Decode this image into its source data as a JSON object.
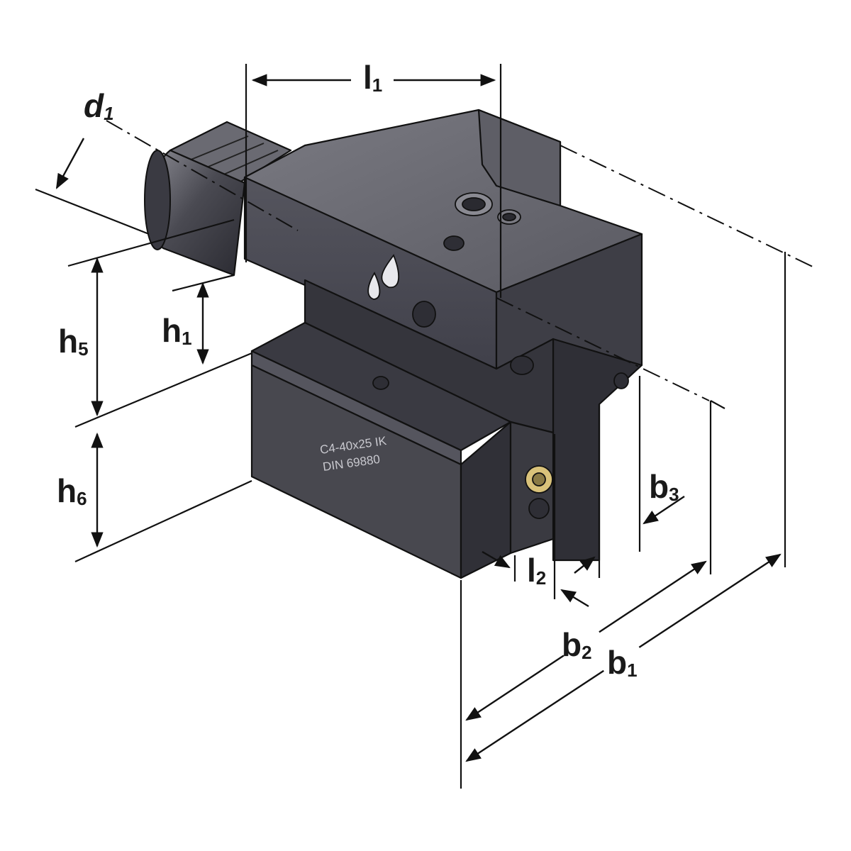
{
  "colors": {
    "line": "#111111",
    "body_top": "#6e6e76",
    "body_front": "#4e4e57",
    "body_side": "#3b3b43",
    "body_dark": "#2a2a31",
    "brass": "#d9c27a"
  },
  "dimensions": {
    "l1": {
      "main": "l",
      "sub": "1"
    },
    "d1": {
      "main": "d",
      "sub": "1"
    },
    "h1": {
      "main": "h",
      "sub": "1"
    },
    "h5": {
      "main": "h",
      "sub": "5"
    },
    "h6": {
      "main": "h",
      "sub": "6"
    },
    "l2": {
      "main": "l",
      "sub": "2"
    },
    "b1": {
      "main": "b",
      "sub": "1"
    },
    "b2": {
      "main": "b",
      "sub": "2"
    },
    "b3": {
      "main": "b",
      "sub": "3"
    }
  },
  "marking": {
    "line1": "C4-40x25 IK",
    "line2": "DIN 69880"
  }
}
